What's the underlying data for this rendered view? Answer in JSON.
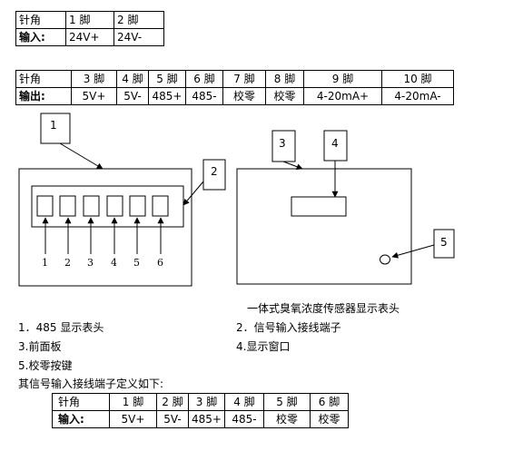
{
  "input_table": {
    "header": [
      "针角",
      "1 脚",
      "2 脚"
    ],
    "row": [
      "输入:",
      "24V+",
      "24V-"
    ]
  },
  "output_table": {
    "header": [
      "针角",
      "3 脚",
      "4 脚",
      "5 脚",
      "6 脚",
      "7 脚",
      "8 脚",
      "9 脚",
      "10 脚"
    ],
    "row": [
      "输出:",
      "5V+",
      "5V-",
      "485+",
      "485-",
      "校零",
      "校零",
      "4-20mA+",
      "4-20mA-"
    ]
  },
  "diagram": {
    "callouts": [
      "1",
      "2",
      "3",
      "4",
      "5"
    ],
    "pin_numbers": [
      "1",
      "2",
      "3",
      "4",
      "5",
      "6"
    ],
    "caption": "一体式臭氧浓度传感器显示表头"
  },
  "legend": {
    "item1": "1．485 显示表头",
    "item2": "2．信号输入接线端子",
    "item3": "3.前面板",
    "item4": "4.显示窗口",
    "item5": "5.校零按键"
  },
  "definition_intro": "其信号输入接线端子定义如下:",
  "terminal_table": {
    "header": [
      "针角",
      "1 脚",
      "2 脚",
      "3 脚",
      "4 脚",
      "5 脚",
      "6 脚"
    ],
    "row": [
      "输入:",
      "5V+",
      "5V-",
      "485+",
      "485-",
      "校零",
      "校零"
    ]
  }
}
